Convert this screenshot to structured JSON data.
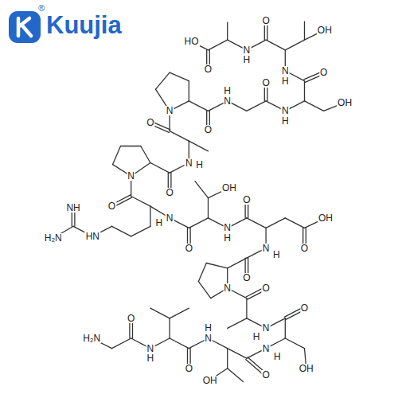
{
  "diagram": {
    "labels": [
      "Kuujia",
      "®",
      "HO",
      "O",
      "N",
      "H",
      "O",
      "OH",
      "N",
      "H",
      "O",
      "OH",
      "N",
      "H",
      "O",
      "N",
      "H",
      "O",
      "N",
      "O",
      "N",
      "H",
      "O",
      "N",
      "O",
      "N",
      "H",
      "HN",
      "NH",
      "H₂N",
      "O",
      "OH",
      "N",
      "H",
      "O",
      "O",
      "OH",
      "N",
      "H",
      "O",
      "N",
      "O",
      "N",
      "H",
      "O",
      "OH",
      "N",
      "H",
      "O",
      "OH",
      "N",
      "H",
      "O",
      "N",
      "H",
      "O",
      "H₂N"
    ]
  }
}
